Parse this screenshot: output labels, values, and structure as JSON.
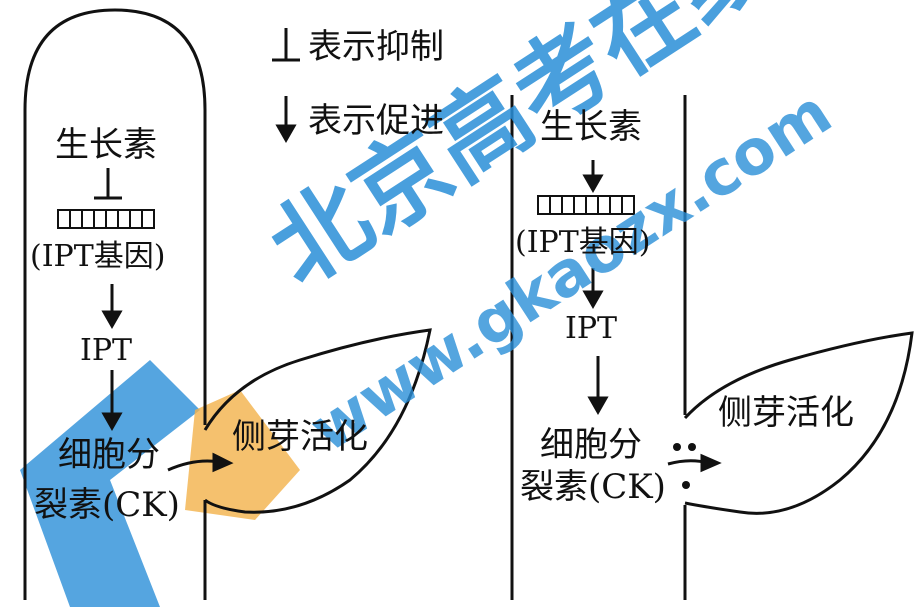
{
  "legend": {
    "inhibit": "表示抑制",
    "promote": "表示促进"
  },
  "left_panel": {
    "auxin": "生长素",
    "gene": "(IPT基因)",
    "ipt": "IPT",
    "ck_line1": "细胞分",
    "ck_line2": "裂素(CK)",
    "bud": "侧芽活化"
  },
  "right_panel": {
    "auxin": "生长素",
    "gene": "(IPT基因)",
    "ipt": "IPT",
    "ck_line1": "细胞分",
    "ck_line2": "裂素(CK)",
    "bud": "侧芽活化"
  },
  "watermark": {
    "brand": "北京高考在线",
    "url": "www.gkaozx.com",
    "colors": {
      "blue": "#2a8fd8",
      "orange": "#f2b24a"
    }
  }
}
